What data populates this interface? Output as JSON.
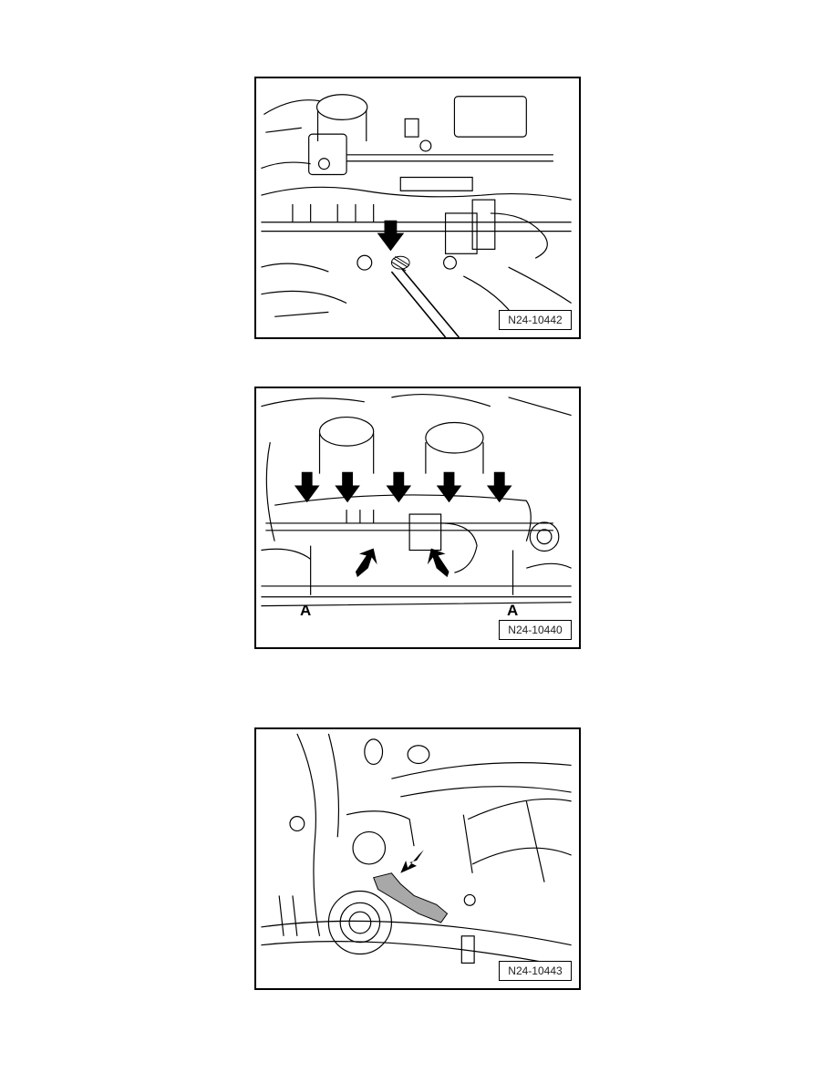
{
  "figures": [
    {
      "id_label": "N24-10442",
      "arrows": 1,
      "callouts": []
    },
    {
      "id_label": "N24-10440",
      "arrows": 7,
      "callouts": [
        "A",
        "A"
      ]
    },
    {
      "id_label": "N24-10443",
      "arrows": 1,
      "callouts": [],
      "highlight_color": "#a8a8a8"
    }
  ]
}
